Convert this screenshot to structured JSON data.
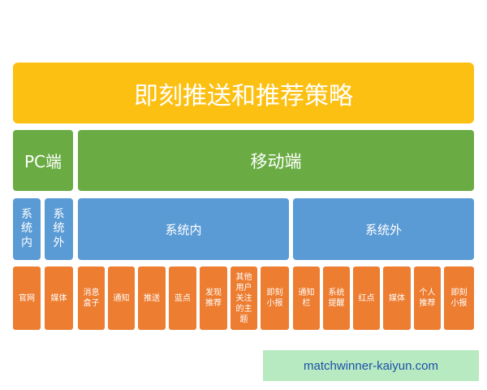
{
  "title": "即刻推送和推荐策略",
  "pc": {
    "label": "PC端"
  },
  "mobile": {
    "label": "移动端"
  },
  "pc_inner": {
    "label": [
      "系",
      "统",
      "内"
    ]
  },
  "pc_outer": {
    "label": [
      "系",
      "统",
      "外"
    ]
  },
  "mobile_inner": {
    "label": "系统内"
  },
  "mobile_outer": {
    "label": "系统外"
  },
  "leaves": [
    "官网",
    "媒体",
    "消息\n盒子",
    "通知",
    "推送",
    "蓝点",
    "发现\n推荐",
    "其他\n用户\n关注\n的主\n题",
    "即刻\n小报",
    "通知\n栏",
    "系统\n提醒",
    "红点",
    "媒体",
    "个人\n推荐",
    "即刻\n小报"
  ],
  "watermark": "matchwinner-kaiyun.com",
  "colors": {
    "title_bg": "#fcc012",
    "level1_bg": "#6aac43",
    "level2_bg": "#5b9bd5",
    "leaf_bg": "#ed7d31",
    "watermark_bg": "#b7eac1",
    "watermark_text": "#1e50a8"
  }
}
